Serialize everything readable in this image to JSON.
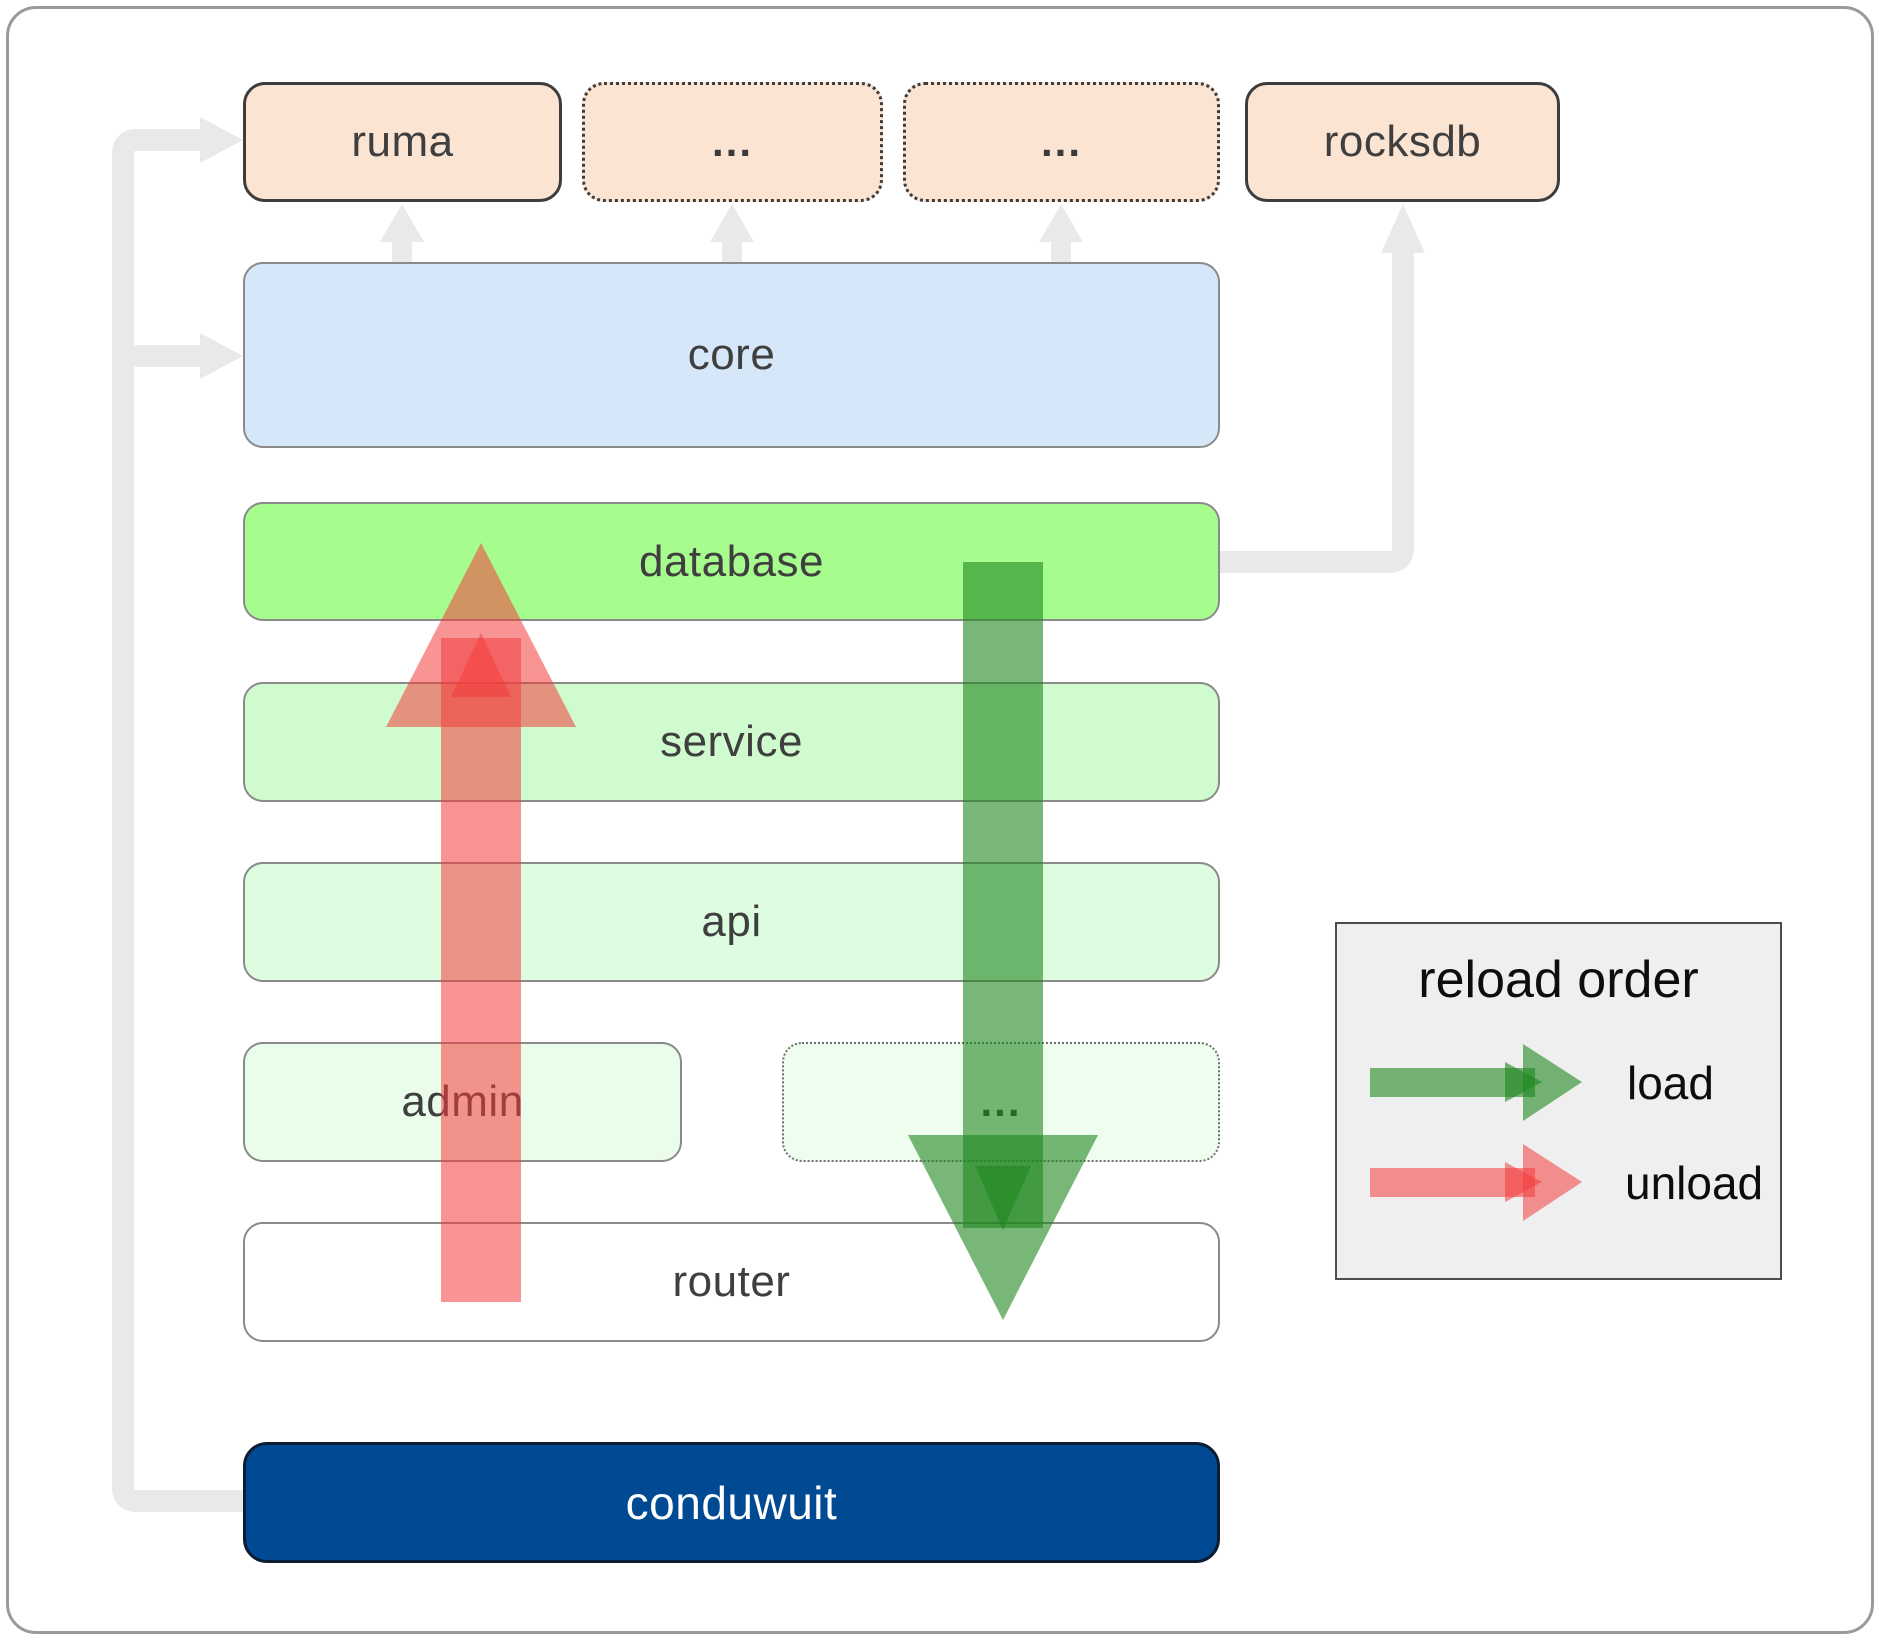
{
  "boxes": {
    "ruma": {
      "label": "ruma"
    },
    "more1": {
      "label": "..."
    },
    "more2": {
      "label": "..."
    },
    "rocksdb": {
      "label": "rocksdb"
    },
    "core": {
      "label": "core"
    },
    "database": {
      "label": "database"
    },
    "service": {
      "label": "service"
    },
    "api": {
      "label": "api"
    },
    "admin": {
      "label": "admin"
    },
    "adminMore": {
      "label": "..."
    },
    "router": {
      "label": "router"
    },
    "conduwuit": {
      "label": "conduwuit"
    }
  },
  "legend": {
    "title": "reload order",
    "load_label": "load",
    "unload_label": "unload"
  },
  "colors": {
    "peach": "#fce4d3",
    "core_blue": "#d5e7f9",
    "database_green": "#a7fc8e",
    "service_green": "#d0fbcf",
    "api_green": "#defce0",
    "admin_green": "#eafdea",
    "admin_more_green": "#effdef",
    "router_white": "#ffffff",
    "conduwuit_blue": "#004a94",
    "connector_gray": "#e9e9e9",
    "load_green": "rgba(30,135,30,0.6)",
    "unload_red": "rgba(242,60,60,0.55)",
    "legend_bg": "#efefef"
  }
}
